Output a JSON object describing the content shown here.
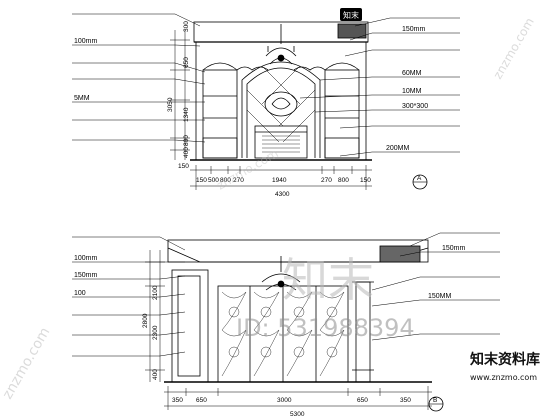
{
  "colors": {
    "ink": "#000000",
    "paper": "#ffffff",
    "watermark": "#b8b8b8",
    "watermark_dark": "#8c8c8c"
  },
  "elevation_a": {
    "left_callouts": [
      "",
      "100mm",
      "",
      "",
      "5MM",
      "",
      "",
      ""
    ],
    "right_callouts": [
      "",
      "150mm",
      "",
      "60MM",
      "10MM",
      "300*300",
      "",
      "200MM"
    ],
    "top_dims": [
      "300",
      "650"
    ],
    "vertical_dims": [
      "3050",
      "1340",
      "800",
      "400",
      "150"
    ],
    "bottom_dims": [
      "150",
      "500",
      "800",
      "270",
      "1940",
      "270",
      "800",
      "150"
    ],
    "overall_width": "4300",
    "tag_number": "A",
    "tag_scale": ""
  },
  "elevation_b": {
    "left_callouts": [
      "",
      "100mm",
      "150mm",
      "100",
      "",
      "",
      ""
    ],
    "right_callouts": [
      "",
      "150mm",
      "",
      "150MM",
      ""
    ],
    "vertical_dims": [
      "2800",
      "2100",
      "2300",
      "400"
    ],
    "bottom_dims": [
      "350",
      "650",
      "3000",
      "650",
      "350"
    ],
    "overall_width": "5300",
    "tag_number": "B",
    "tag_scale": ""
  },
  "watermark": {
    "logo_big": "知末",
    "id_text": "ID: 531988394",
    "site_name": "知末资料库",
    "site_url": "www.znzmo.com",
    "diag_text": "znzmo.com"
  }
}
